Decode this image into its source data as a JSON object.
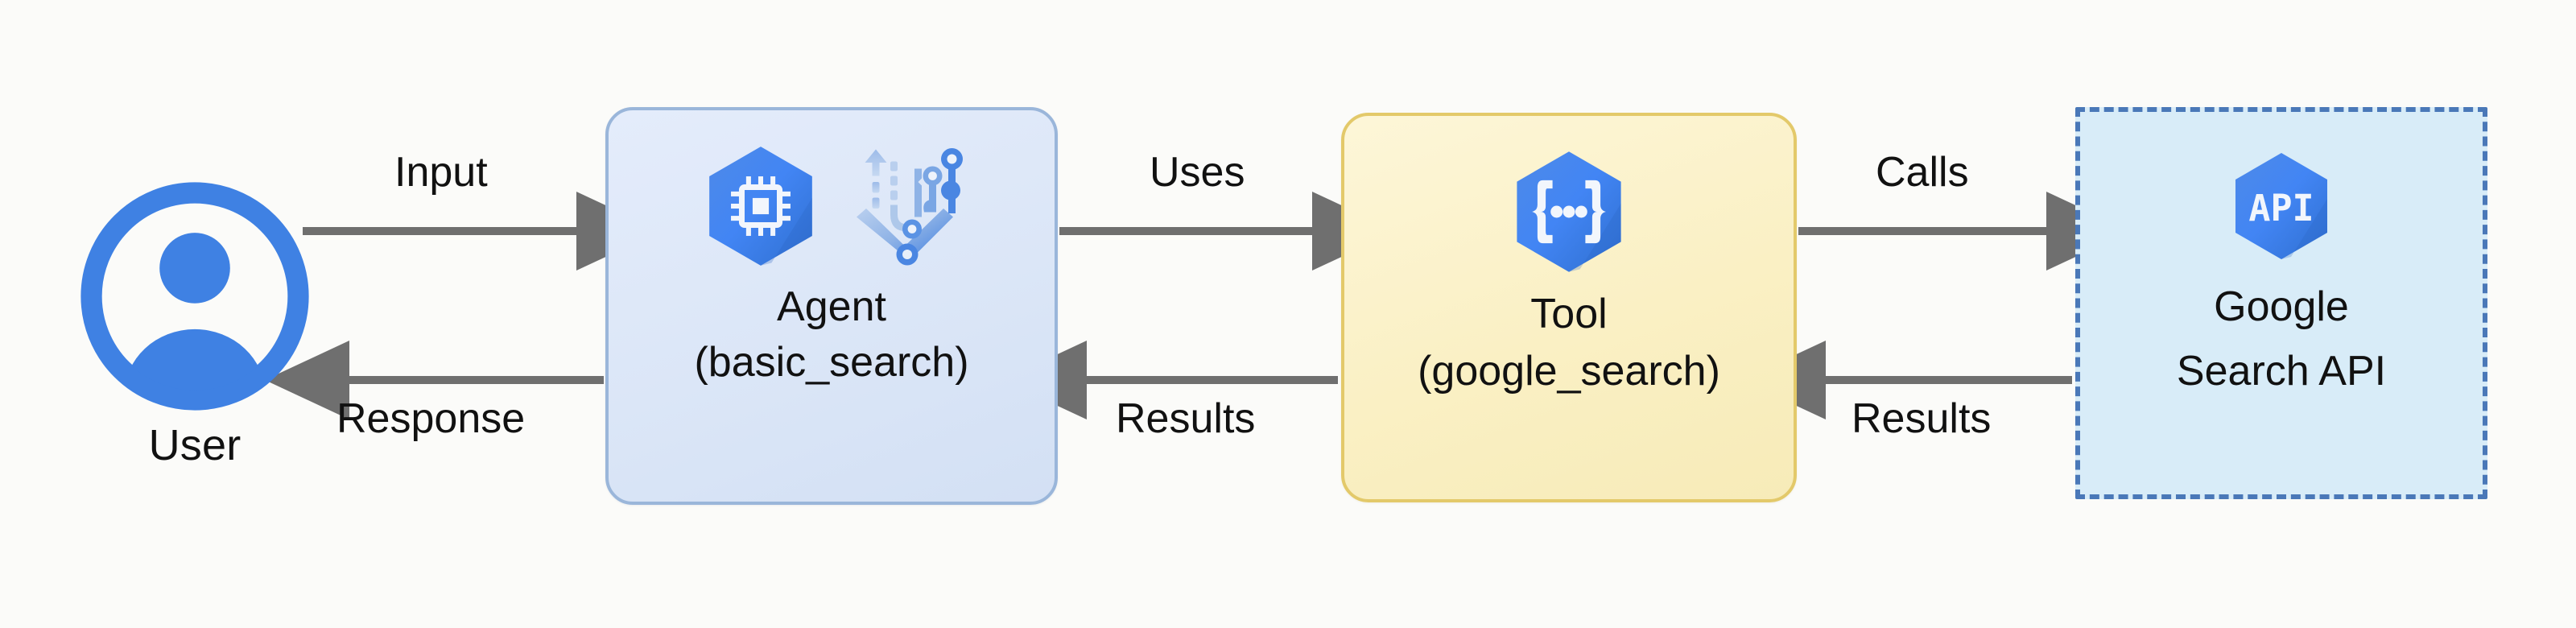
{
  "diagram": {
    "title": "Agent / Tool / Google Search API flow",
    "background_color": "#fbfbf9",
    "nodes": {
      "user": {
        "id": "user",
        "label": "User",
        "icon": "user-avatar-icon",
        "shape": "circle",
        "color": "#3f7fe0"
      },
      "agent": {
        "id": "agent",
        "title": "Agent",
        "subtitle": "(basic_search)",
        "icons": [
          "cpu-chip-hexagon-icon",
          "agent-pipeline-icon"
        ],
        "shape": "rounded-rectangle",
        "fill": "#dce6f8",
        "border": "#9ab6da"
      },
      "tool": {
        "id": "tool",
        "title": "Tool",
        "subtitle": "(google_search)",
        "icons": [
          "braces-dots-hexagon-icon"
        ],
        "shape": "rounded-rectangle",
        "fill": "#faf0c8",
        "border": "#e3c96a"
      },
      "api": {
        "id": "api",
        "title": "Google",
        "subtitle": "Search API",
        "icons": [
          "api-hexagon-icon"
        ],
        "icon_text": "API",
        "shape": "dashed-rectangle",
        "fill": "#d8ecf8",
        "border": "#4a78b8"
      }
    },
    "edges": [
      {
        "id": "user-to-agent",
        "label": "Input",
        "from": "user",
        "to": "agent",
        "direction": "right",
        "color": "#6b6b6b"
      },
      {
        "id": "agent-to-user",
        "label": "Response",
        "from": "agent",
        "to": "user",
        "direction": "left",
        "color": "#6b6b6b"
      },
      {
        "id": "agent-to-tool",
        "label": "Uses",
        "from": "agent",
        "to": "tool",
        "direction": "right",
        "color": "#6b6b6b"
      },
      {
        "id": "tool-to-agent",
        "label": "Results",
        "from": "tool",
        "to": "agent",
        "direction": "left",
        "color": "#6b6b6b"
      },
      {
        "id": "tool-to-api",
        "label": "Calls",
        "from": "tool",
        "to": "api",
        "direction": "right",
        "color": "#6b6b6b"
      },
      {
        "id": "api-to-tool",
        "label": "Results",
        "from": "api",
        "to": "tool",
        "direction": "left",
        "color": "#6b6b6b"
      }
    ]
  }
}
